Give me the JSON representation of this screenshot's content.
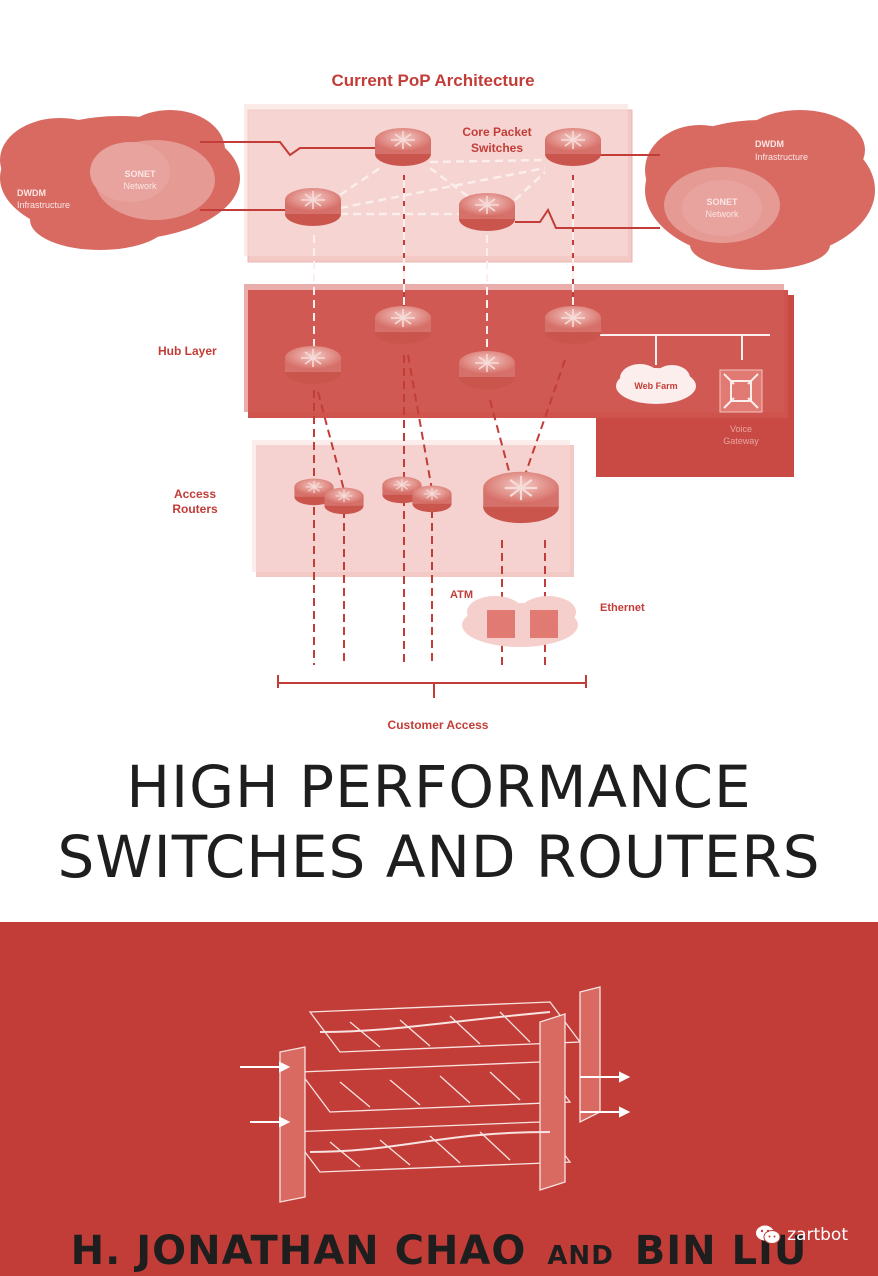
{
  "diagram": {
    "title": "Current PoP Architecture",
    "core_label_line1": "Core Packet",
    "core_label_line2": "Switches",
    "left_cloud": {
      "dwdm_line1": "DWDM",
      "dwdm_line2": "Infrastructure",
      "sonet_line1": "SONET",
      "sonet_line2": "Network"
    },
    "right_cloud": {
      "dwdm_line1": "DWDM",
      "dwdm_line2": "Infrastructure",
      "sonet_line1": "SONET",
      "sonet_line2": "Network"
    },
    "hub_layer_label": "Hub Layer",
    "web_farm_label": "Web Farm",
    "voice_gateway_line1": "Voice",
    "voice_gateway_line2": "Gateway",
    "access_label_line1": "Access",
    "access_label_line2": "Routers",
    "atm_label": "ATM",
    "ethernet_label": "Ethernet",
    "customer_access_label": "Customer Access",
    "colors": {
      "pale": "#f2cfcb",
      "mid": "#d86a62",
      "dark": "#c33d38",
      "router": "#e59a94"
    }
  },
  "cover": {
    "title_line1": "HIGH PERFORMANCE",
    "title_line2": "SWITCHES AND ROUTERS",
    "author1": "H. JONATHAN CHAO",
    "and": "AND",
    "author2": "BIN LIU",
    "band_color": "#c33d38"
  },
  "watermark": {
    "text": "zartbot",
    "icon": "wechat-icon"
  }
}
